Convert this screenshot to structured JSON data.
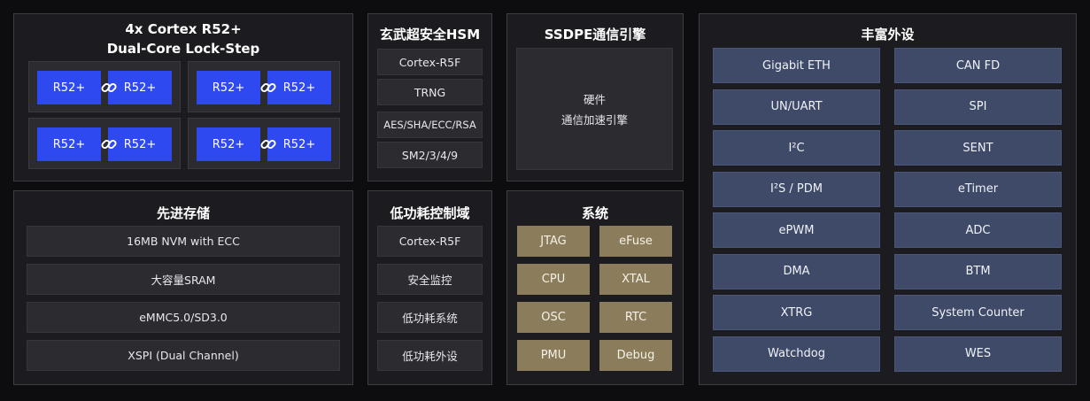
{
  "cpu": {
    "title_line1": "4x Cortex R52+",
    "title_line2": "Dual-Core Lock-Step",
    "core_label": "R52+"
  },
  "hsm": {
    "title": "玄武超安全HSM",
    "items": [
      "Cortex-R5F",
      "TRNG",
      "AES/SHA/ECC/RSA",
      "SM2/3/4/9"
    ]
  },
  "ssdpe": {
    "title": "SSDPE通信引擎",
    "line1": "硬件",
    "line2": "通信加速引擎"
  },
  "peripherals": {
    "title": "丰富外设",
    "items": [
      "Gigabit ETH",
      "CAN FD",
      "UN/UART",
      "SPI",
      "I²C",
      "SENT",
      "I²S / PDM",
      "eTimer",
      "ePWM",
      "ADC",
      "DMA",
      "BTM",
      "XTRG",
      "System Counter",
      "Watchdog",
      "WES"
    ]
  },
  "storage": {
    "title": "先进存储",
    "items": [
      "16MB NVM with ECC",
      "大容量SRAM",
      "eMMC5.0/SD3.0",
      "XSPI (Dual Channel)"
    ]
  },
  "lowpower": {
    "title": "低功耗控制域",
    "items": [
      "Cortex-R5F",
      "安全监控",
      "低功耗系统",
      "低功耗外设"
    ]
  },
  "system": {
    "title": "系统",
    "items": [
      "JTAG",
      "eFuse",
      "CPU",
      "XTAL",
      "OSC",
      "RTC",
      "PMU",
      "Debug"
    ]
  },
  "colors": {
    "core": "#2f49f0",
    "peripheral": "#3e4a68",
    "system": "#8b7d5c",
    "panel": "#1c1c20",
    "background": "#0d0d0f"
  }
}
